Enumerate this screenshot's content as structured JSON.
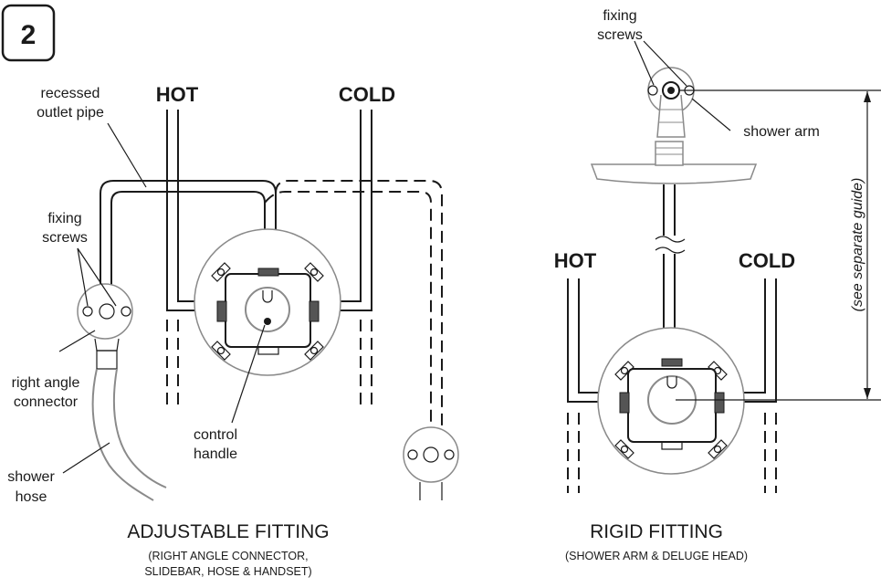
{
  "step_number": "2",
  "adjustable": {
    "hot_label": "HOT",
    "cold_label": "COLD",
    "recessed_label_line1": "recessed",
    "recessed_label_line2": "outlet pipe",
    "fixing_label_line1": "fixing",
    "fixing_label_line2": "screws",
    "connector_label_line1": "right angle",
    "connector_label_line2": "connector",
    "hose_label_line1": "shower",
    "hose_label_line2": "hose",
    "handle_label_line1": "control",
    "handle_label_line2": "handle",
    "title": "ADJUSTABLE FITTING",
    "subtitle_line1": "(RIGHT ANGLE CONNECTOR,",
    "subtitle_line2": "SLIDEBAR, HOSE & HANDSET)"
  },
  "rigid": {
    "hot_label": "HOT",
    "cold_label": "COLD",
    "fixing_label_line1": "fixing",
    "fixing_label_line2": "screws",
    "arm_label": "shower arm",
    "guide_label": "(see separate guide)",
    "title": "RIGID FITTING",
    "subtitle": "(SHOWER ARM & DELUGE HEAD)"
  }
}
